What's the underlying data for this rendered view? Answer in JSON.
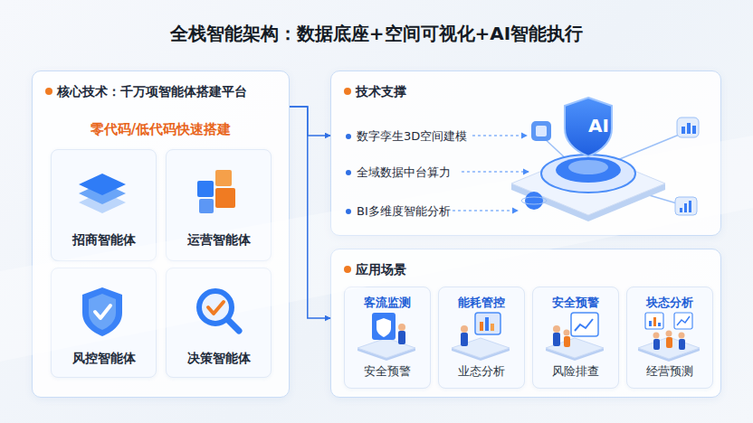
{
  "diagram": {
    "title": "全栈智能架构：数据底座+空间可视化+AI智能执行",
    "nodes": [
      {
        "text": [
          "核心技术：千万项智能体搭建平台",
          "零代码/低代码快速搭建"
        ]
      },
      {
        "text": [
          "招商智能体"
        ],
        "in": 0
      },
      {
        "text": [
          "运营智能体"
        ],
        "in": 0
      },
      {
        "text": [
          "风控智能体"
        ],
        "in": 0
      },
      {
        "text": [
          "决策智能体"
        ],
        "in": 0
      },
      {
        "text": [
          "技术支撑",
          "数字孪生3D空间建模",
          "全域数据中台算力",
          "BI多维度智能分析"
        ]
      },
      {
        "text": [
          "应用场景"
        ]
      },
      {
        "text": [
          "客流监测",
          "安全预警"
        ],
        "in": 6
      },
      {
        "text": [
          "能耗管控",
          "业态分析"
        ],
        "in": 6
      },
      {
        "text": [
          "安全预警",
          "风险排查"
        ],
        "in": 6
      },
      {
        "text": [
          "块态分析",
          "经营预测"
        ],
        "in": 6
      }
    ],
    "edges": [
      {
        "from": 0,
        "to": 5,
        "arrow": "to"
      },
      {
        "from": 0,
        "to": 6,
        "arrow": "to"
      }
    ],
    "labels": [
      "AI"
    ]
  }
}
